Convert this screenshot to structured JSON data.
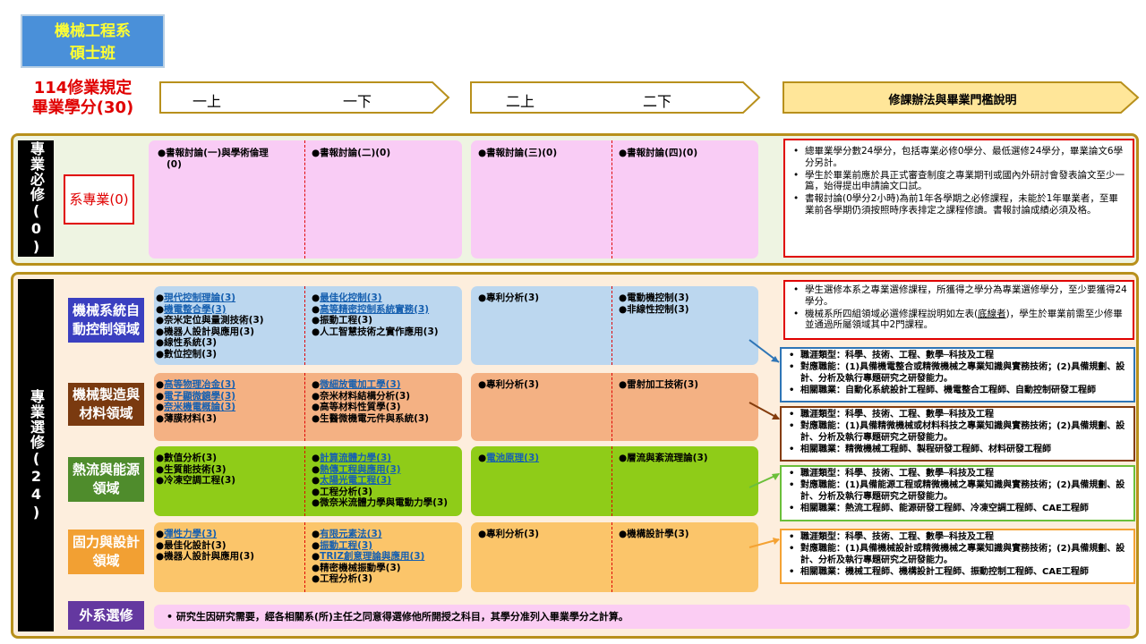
{
  "header": {
    "title_line1": "機械工程系",
    "title_line2": "碩士班",
    "rule_line1": "114修業規定",
    "rule_line2": "畢業學分(30)",
    "term_1u": "一上",
    "term_1d": "一下",
    "term_2u": "二上",
    "term_2d": "二下",
    "rules_header": "修課辦法與畢業門檻說明"
  },
  "required": {
    "section_label": "專業必修(0)",
    "dept_label": "系專業(0)",
    "cells": [
      [
        "●書報討論(一)與學術倫理",
        "(0)"
      ],
      [
        "●書報討論(二)(0)"
      ],
      [
        "●書報討論(三)(0)"
      ],
      [
        "●書報討論(四)(0)"
      ]
    ],
    "notes": [
      "總畢業學分數24學分，包括專業必修0學分、最低選修24學分，畢業論文6學分另計。",
      "學生於畢業前應於具正式審查制度之專業期刊或國內外研討會發表論文至少一篇，始得提出申請論文口試。",
      "書報討論(0學分2小時)為前1年各學期之必修課程，未能於1年畢業者，至畢業前各學期仍須按照時序表排定之課程修讀。書報討論成績必須及格。"
    ]
  },
  "elective": {
    "section_label": "專業選修(24)",
    "notes_intro": {
      "line1": "學生選修本系之專業選修課程，所獲得之學分為專業選修學分，至少要獲得24學分。",
      "line2_pre": "機械系所四組領域必選修課程說明如左表(",
      "line2_u": "底線者",
      "line2_post": ")，學生於畢業前需至少修畢並通過所屬領域其中2門課程。"
    },
    "tracks": [
      {
        "label_l1": "機械系統自",
        "label_l2": "動控制領域",
        "y1": [
          {
            "t": "●現代控制理論(3)",
            "link": true
          },
          {
            "t": "●機電整合學(3)",
            "link": true
          },
          {
            "t": "●奈米定位與量測技術(3)",
            "link": false
          },
          {
            "t": "●機器人設計與應用(3)",
            "link": false
          },
          {
            "t": "●線性系統(3)",
            "link": false
          },
          {
            "t": "●數位控制(3)",
            "link": false
          }
        ],
        "y1d": [
          {
            "t": "●最佳化控制(3)",
            "link": true
          },
          {
            "t": "●高等精密控制系統實務(3)",
            "link": true
          },
          {
            "t": "●振動工程(3)",
            "link": false
          },
          {
            "t": "●人工智慧技術之實作應用(3)",
            "link": false
          }
        ],
        "y2": [
          {
            "t": "●專利分析(3)",
            "link": false
          }
        ],
        "y2d": [
          {
            "t": "●電動機控制(3)",
            "link": false
          },
          {
            "t": "●非線性控制(3)",
            "link": false
          }
        ],
        "info": [
          "職涯類型：科學、技術、工程、數學─科技及工程",
          "對應職能：(1)具備機電整合或精微機械之專業知識與實務技術；(2)具備規劃、設計、分析及執行專題研究之研發能力。",
          "相關職業：自動化系統設計工程師、機電整合工程師、自動控制研發工程師"
        ]
      },
      {
        "label_l1": "機械製造與",
        "label_l2": "材料領域",
        "y1": [
          {
            "t": "●高等物理冶金(3)",
            "link": true
          },
          {
            "t": "●電子顯微鏡學(3)",
            "link": true
          },
          {
            "t": "●奈米機電概論(3)",
            "link": true
          },
          {
            "t": "●薄膜材料(3)",
            "link": false
          }
        ],
        "y1d": [
          {
            "t": "●微細放電加工學(3)",
            "link": true
          },
          {
            "t": "●奈米材料結構分析(3)",
            "link": false
          },
          {
            "t": "●高等材料性質學(3)",
            "link": false
          },
          {
            "t": "●生醫微機電元件與系統(3)",
            "link": false
          }
        ],
        "y2": [
          {
            "t": "●專利分析(3)",
            "link": false
          }
        ],
        "y2d": [
          {
            "t": "●雷射加工技術(3)",
            "link": false
          }
        ],
        "info": [
          "職涯類型：科學、技術、工程、數學─科技及工程",
          "對應職能：(1)具備精微機械或材料科技之專業知識與實務技術；(2)具備規劃、設計、分析及執行專題研究之研發能力。",
          "相關職業：精微機械工程師、製程研發工程師、材料研發工程師"
        ]
      },
      {
        "label_l1": "熱流與能源",
        "label_l2": "領域",
        "y1": [
          {
            "t": "●數值分析(3)",
            "link": false
          },
          {
            "t": "●生質能技術(3)",
            "link": false
          },
          {
            "t": "●冷凍空調工程(3)",
            "link": false
          }
        ],
        "y1d": [
          {
            "t": "●計算流體力學(3)",
            "link": true
          },
          {
            "t": "●熱傳工程與應用(3)",
            "link": true
          },
          {
            "t": "●太陽光電工程(3)",
            "link": true
          },
          {
            "t": "●工程分析(3)",
            "link": false
          },
          {
            "t": "●微奈米流體力學與電動力學(3)",
            "link": false
          }
        ],
        "y2": [
          {
            "t": "●電池原理(3)",
            "link": true
          }
        ],
        "y2d": [
          {
            "t": "●層流與紊流理論(3)",
            "link": false
          }
        ],
        "info": [
          "職涯類型：科學、技術、工程、數學─科技及工程",
          "對應職能：(1)具備能源工程或精微機械之專業知識與實務技術；(2)具備規劃、設計、分析及執行專題研究之研發能力。",
          "相關職業：熱流工程師、能源研發工程師、冷凍空調工程師、CAE工程師"
        ]
      },
      {
        "label_l1": "固力與設計",
        "label_l2": "領域",
        "y1": [
          {
            "t": "●彈性力學(3)",
            "link": true
          },
          {
            "t": "●最佳化設計(3)",
            "link": false
          },
          {
            "t": "●機器人設計與應用(3)",
            "link": false
          }
        ],
        "y1d": [
          {
            "t": "●有限元素法(3)",
            "link": true
          },
          {
            "t": "●振動工程(3)",
            "link": true
          },
          {
            "t": "●TRIZ創意理論與應用(3)",
            "link": true
          },
          {
            "t": "●精密機械振動學(3)",
            "link": false
          },
          {
            "t": "●工程分析(3)",
            "link": false
          }
        ],
        "y2": [
          {
            "t": "●專利分析(3)",
            "link": false
          }
        ],
        "y2d": [
          {
            "t": "●機構設計學(3)",
            "link": false
          }
        ],
        "info": [
          "職涯類型：科學、技術、工程、數學─科技及工程",
          "對應職能：(1)具備機械設計或精微機械之專業知識與實務技術；(2)具備規劃、設計、分析及執行專題研究之研發能力。",
          "相關職業：機械工程師、機構設計工程師、振動控制工程師、CAE工程師"
        ]
      }
    ],
    "external_label": "外系選修",
    "external_text": "•  研究生因研究需要，經各相關系(所)主任之同意得選修他所開授之科目，其學分准列入畢業學分之計算。"
  },
  "colors": {
    "title_bg": "#4a90d9",
    "title_text": "#ffff33",
    "required_cell": "#f9ccf5",
    "auto_cell": "#bcd7ef",
    "mfg_cell": "#f4b183",
    "fluid_cell": "#8fcc18",
    "solid_cell": "#fbc56a",
    "auto_border": "#2e75b6",
    "mfg_border": "#843c0c",
    "fluid_border": "#6bbf3a",
    "solid_border": "#f4a233",
    "frame": "#b8901c",
    "rules_arrow": "#ffe699"
  }
}
